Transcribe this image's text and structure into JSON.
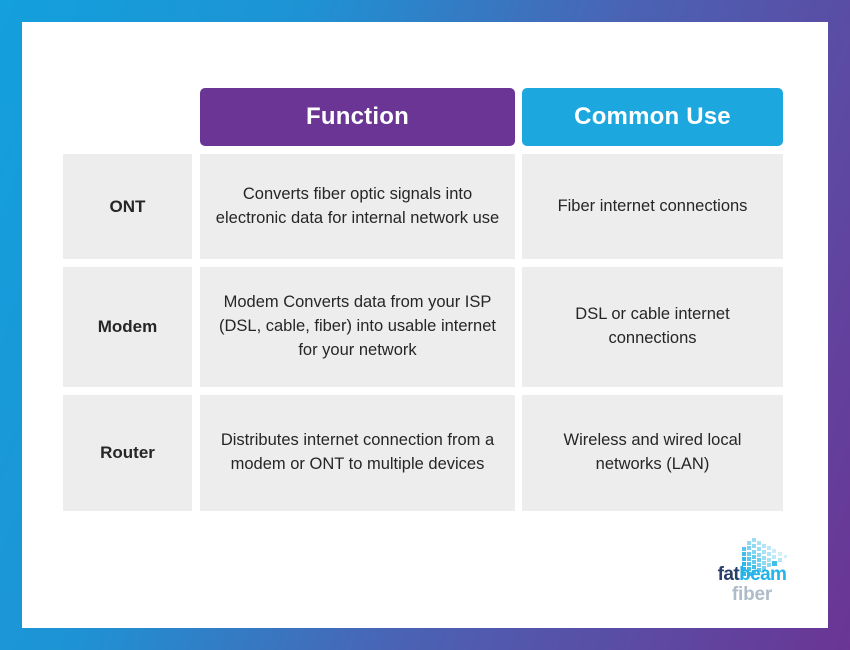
{
  "theme": {
    "gradient_start": "#13a0dd",
    "gradient_end": "#6b3595",
    "card_bg": "#ffffff",
    "cell_bg": "#ededed",
    "header_function_bg": "#6b3595",
    "header_common_use_bg": "#1ca7de",
    "header_text_color": "#ffffff",
    "body_text_color": "#2b2b2b"
  },
  "table": {
    "headers": {
      "label_column": "",
      "function": "Function",
      "common_use": "Common Use"
    },
    "rows": [
      {
        "label": "ONT",
        "function": "Converts fiber optic signals into electronic data for internal network use",
        "common_use": "Fiber internet connections"
      },
      {
        "label": "Modem",
        "function": "Modem Converts data from your ISP (DSL, cable, fiber) into usable internet for your network",
        "common_use": "DSL or cable internet connections"
      },
      {
        "label": "Router",
        "function": "Distributes internet connection from a modem or ONT to multiple devices",
        "common_use": "Wireless and wired local networks (LAN)"
      }
    ]
  },
  "logo": {
    "word_fat": "fat",
    "word_beam": "beam",
    "word_fiber": "fiber",
    "mark_color": "#22b3e8",
    "fat_color": "#2b3e6b",
    "beam_color": "#22b3e8",
    "fiber_color": "#aebcc9"
  }
}
